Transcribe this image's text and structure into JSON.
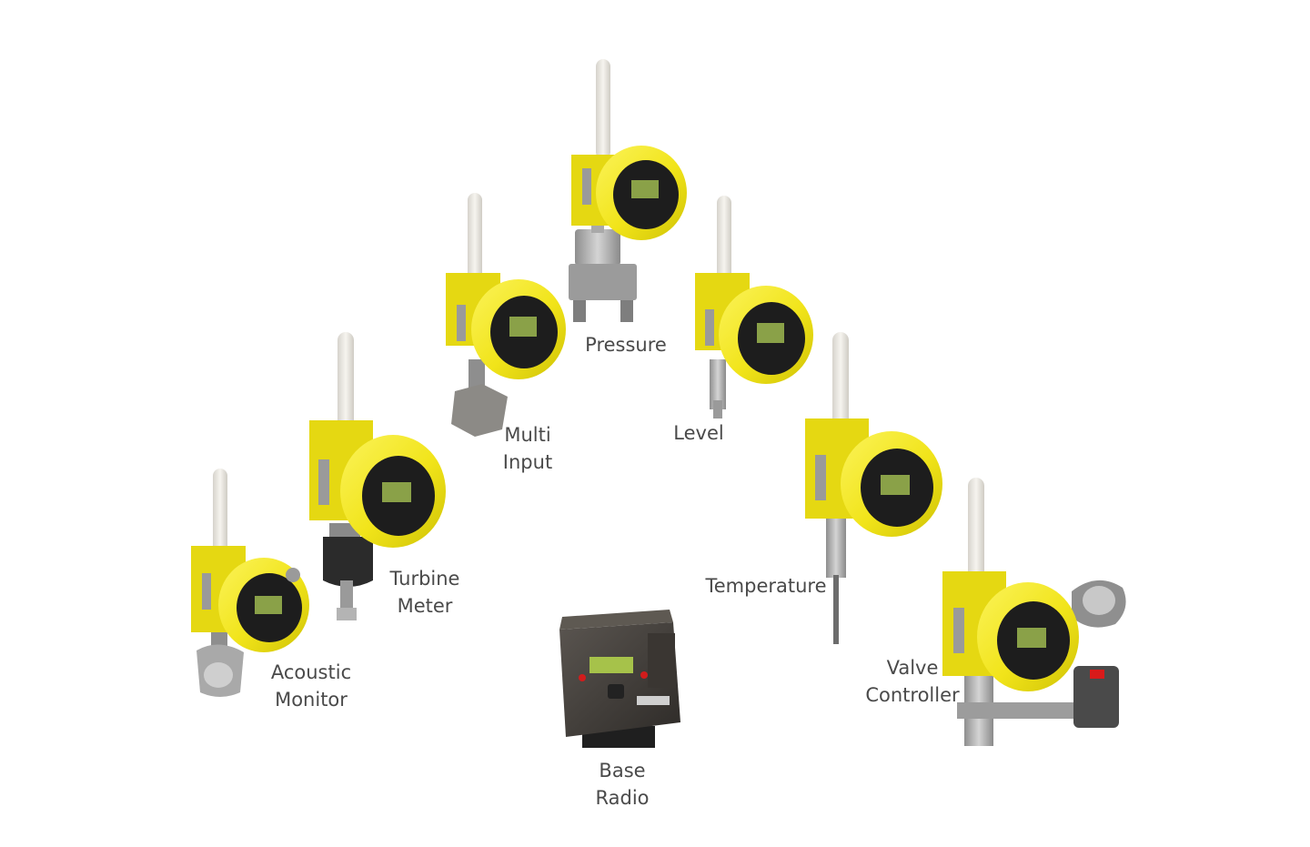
{
  "colors": {
    "housing": "#f3e91c",
    "housing_shade": "#d7cc0a",
    "antenna": "#ece9e2",
    "label": "#4a4a4a",
    "lcd": "#8aa148",
    "metal": "#b9b9b9",
    "dark": "#2b2b2b"
  },
  "devices": [
    {
      "id": "pressure",
      "label_lines": [
        "Pressure"
      ],
      "icon": "pressure-transmitter-icon"
    },
    {
      "id": "multi-input",
      "label_lines": [
        "Multi",
        "Input"
      ],
      "icon": "multi-input-transmitter-icon"
    },
    {
      "id": "level",
      "label_lines": [
        "Level"
      ],
      "icon": "level-transmitter-icon"
    },
    {
      "id": "turbine-meter",
      "label_lines": [
        "Turbine",
        "Meter"
      ],
      "icon": "turbine-meter-transmitter-icon"
    },
    {
      "id": "temperature",
      "label_lines": [
        "Temperature"
      ],
      "icon": "temperature-transmitter-icon"
    },
    {
      "id": "acoustic-monitor",
      "label_lines": [
        "Acoustic",
        "Monitor"
      ],
      "icon": "acoustic-monitor-transmitter-icon"
    },
    {
      "id": "valve-controller",
      "label_lines": [
        "Valve",
        "Controller"
      ],
      "icon": "valve-controller-transmitter-icon"
    },
    {
      "id": "base-radio",
      "label_lines": [
        "Base",
        "Radio"
      ],
      "icon": "base-radio-icon"
    }
  ]
}
